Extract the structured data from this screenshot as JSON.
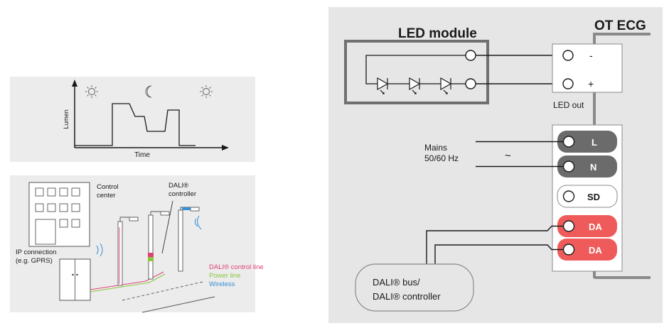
{
  "chart_panel": {
    "ylabel": "Lumen",
    "xlabel": "Time",
    "icons": [
      "sun-icon",
      "moon-icon",
      "sun-icon"
    ]
  },
  "network_panel": {
    "control_center_line1": "Control",
    "control_center_line2": "center",
    "dali_controller_line1": "DALI®",
    "dali_controller_line2": "controller",
    "ip_connection_line1": "IP connection",
    "ip_connection_line2": "(e.g. GPRS)",
    "legend": [
      {
        "label": "DALI® control line",
        "color": "#e0407a"
      },
      {
        "label": "Power line",
        "color": "#8cc63f"
      },
      {
        "label": "Wireless",
        "color": "#3a8fd0"
      }
    ]
  },
  "wiring": {
    "led_module_title": "LED module",
    "ecg_title": "OT ECG",
    "led_out_label": "LED out",
    "minus": "-",
    "plus": "+",
    "mains_line1": "Mains",
    "mains_line2": "50/60 Hz",
    "tilde": "~",
    "terminals": [
      {
        "label": "L",
        "color": "#6b6b6b",
        "text_color": "#ffffff"
      },
      {
        "label": "N",
        "color": "#6b6b6b",
        "text_color": "#ffffff"
      },
      {
        "label": "SD",
        "color": "#ffffff",
        "text_color": "#1a1a1a"
      },
      {
        "label": "DA",
        "color": "#ef5b5b",
        "text_color": "#ffffff"
      },
      {
        "label": "DA",
        "color": "#ef5b5b",
        "text_color": "#ffffff"
      }
    ],
    "dali_bus_line1": "DALI® bus/",
    "dali_bus_line2": "DALI® controller",
    "panel_bg": "#e8e8e8"
  }
}
